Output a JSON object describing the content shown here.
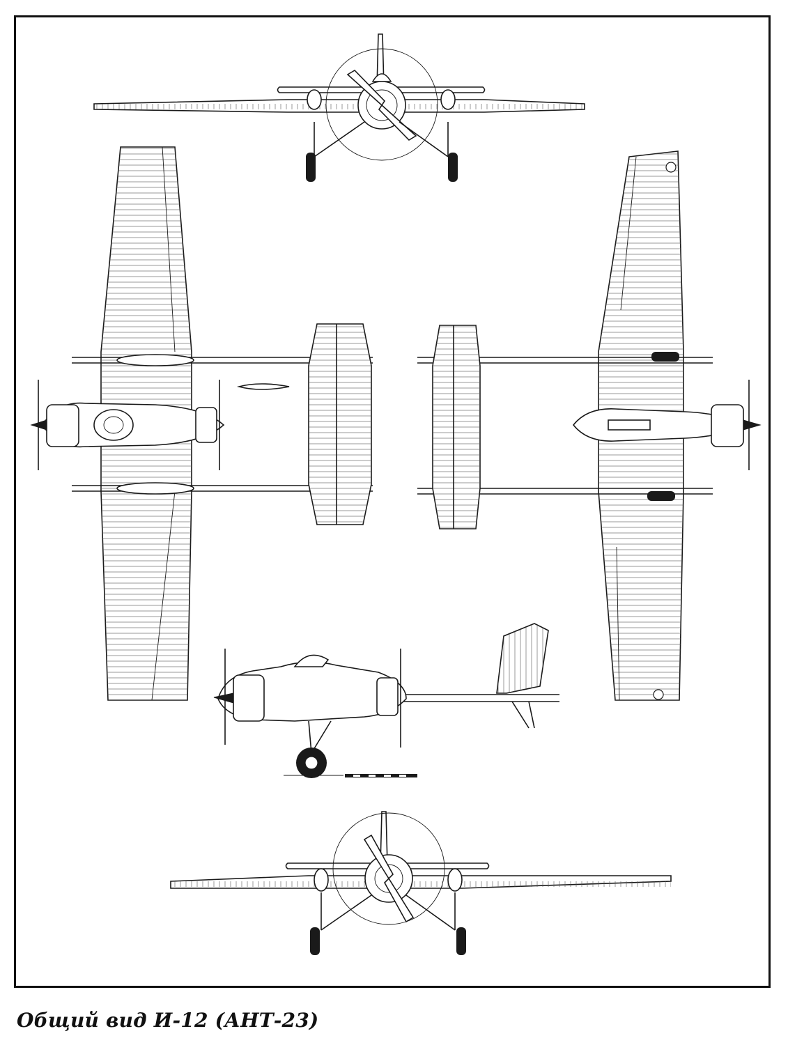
{
  "caption": "Общий вид И-12 (АНТ-23)",
  "views": {
    "front_upper": "front view (top)",
    "planform_top": "top view",
    "planform_bottom": "underside view",
    "side": "side view",
    "front_lower": "front view (bottom)"
  }
}
